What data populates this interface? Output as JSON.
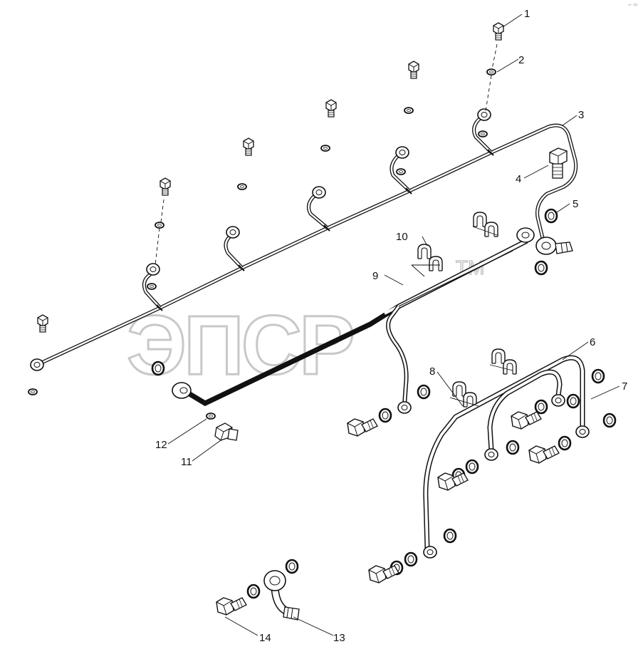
{
  "diagram": {
    "callouts": [
      "1",
      "2",
      "3",
      "4",
      "5",
      "6",
      "7",
      "8",
      "9",
      "10",
      "11",
      "12",
      "13",
      "14"
    ],
    "watermark": "ЭПСР",
    "watermark_mark": "TM",
    "corner_mark": "⌐ ═"
  }
}
